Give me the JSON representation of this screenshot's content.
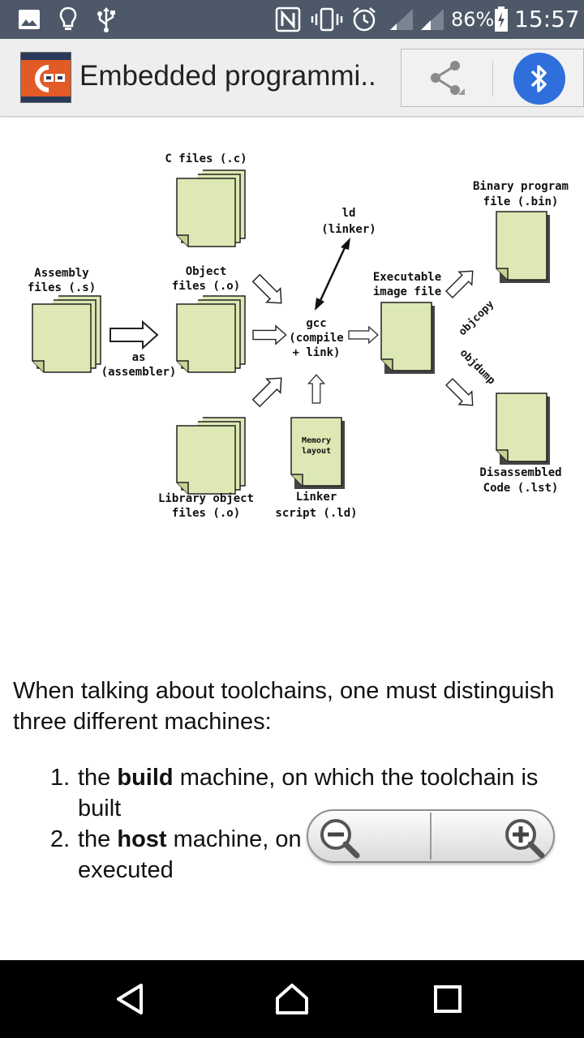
{
  "status_bar": {
    "battery_percent": "86%",
    "time": "15:57",
    "icons": [
      "image-icon",
      "lightbulb-icon",
      "usb-icon",
      "nfc-icon",
      "vibrate-icon",
      "alarm-icon",
      "signal-icon",
      "signal-icon",
      "battery-charging-icon"
    ]
  },
  "action_bar": {
    "title": "Embedded programmi..",
    "share_icon": "share-icon",
    "bluetooth_icon": "bluetooth-icon"
  },
  "diagram": {
    "c_files": "C files (.c)",
    "ld_line1": "ld",
    "ld_line2": "(linker)",
    "binary_line1": "Binary program",
    "binary_line2": "file (.bin)",
    "assembly_line1": "Assembly",
    "assembly_line2": "files (.s)",
    "object_line1": "Object",
    "object_line2": "files (.o)",
    "executable_line1": "Executable",
    "executable_line2": "image file",
    "objcopy": "objcopy",
    "as_line1": "as",
    "as_line2": "(assembler)",
    "gcc_line1": "gcc",
    "gcc_line2": "(compile",
    "gcc_line3": "+ link)",
    "objdump": "objdump",
    "memory_line1": "Memory",
    "memory_line2": "layout",
    "library_line1": "Library object",
    "library_line2": "files (.o)",
    "linker_line1": "Linker",
    "linker_line2": "script (.ld)",
    "disassembled_line1": "Disassembled",
    "disassembled_line2": "Code (.lst)"
  },
  "article": {
    "paragraph": "When talking about toolchains, one must distinguish three different machines:",
    "items": [
      {
        "num": "1.",
        "pre": "the ",
        "bold": "build",
        "post": " machine, on which the toolchain is built"
      },
      {
        "num": "2.",
        "pre": "the ",
        "bold": "host",
        "post": " machine, on which the toolchain is executed"
      }
    ]
  },
  "zoom": {
    "out_icon": "zoom-out-icon",
    "in_icon": "zoom-in-icon"
  },
  "nav_bar": {
    "back_icon": "back-icon",
    "home_icon": "home-icon",
    "recents_icon": "recents-icon"
  },
  "colors": {
    "status_bar": "#4d5968",
    "action_bar": "#eeeeee",
    "bluetooth": "#2f6fdc",
    "file_fill": "#dde8b4",
    "app_icon": "#e25a26"
  }
}
